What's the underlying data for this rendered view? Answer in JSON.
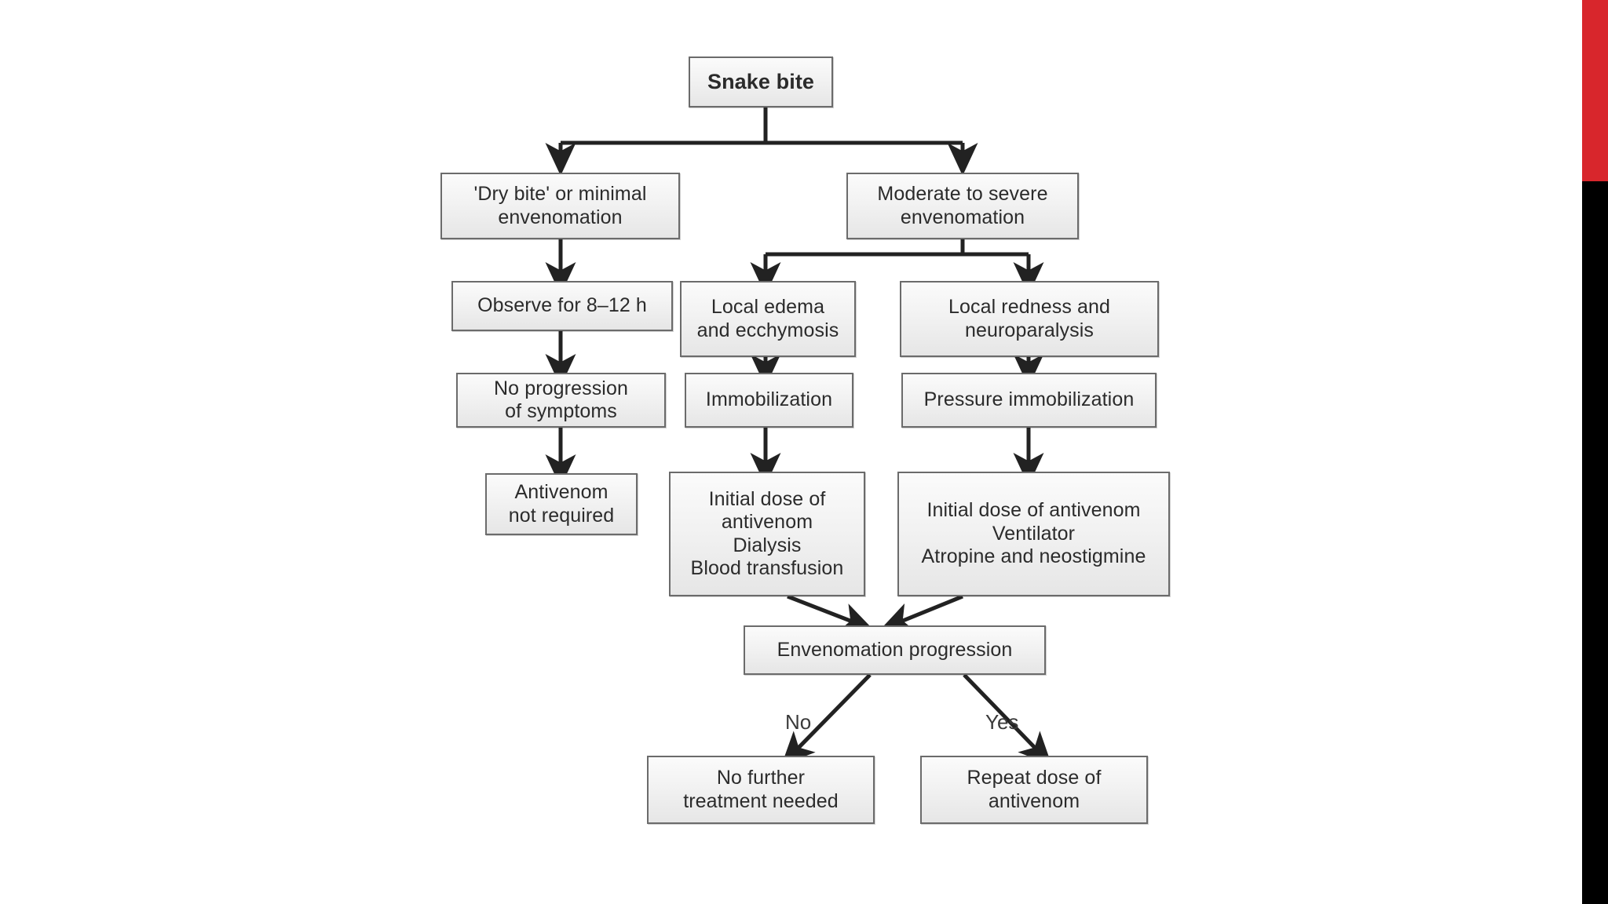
{
  "figure": {
    "type": "flowchart",
    "title": "Snake bite management algorithm",
    "accent_colors": {
      "edge_strip_red": "#d8262c",
      "edge_strip_black": "#000000",
      "node_border": "#6b6b6b",
      "node_fill": "#f0f0f0",
      "connector": "#222222",
      "text": "#2b2b2b"
    }
  },
  "nodes": {
    "snake_bite": {
      "lines": [
        "Snake bite"
      ]
    },
    "dry_bite": {
      "lines": [
        "'Dry bite' or minimal",
        "envenomation"
      ]
    },
    "moderate_severe": {
      "lines": [
        "Moderate to severe",
        "envenomation"
      ]
    },
    "observe": {
      "lines": [
        "Observe for 8–12 h"
      ]
    },
    "local_edema": {
      "lines": [
        "Local edema",
        "and ecchymosis"
      ]
    },
    "local_redness": {
      "lines": [
        "Local redness and",
        "neuroparalysis"
      ]
    },
    "no_progression": {
      "lines": [
        "No progression",
        "of symptoms"
      ]
    },
    "immobilization": {
      "lines": [
        "Immobilization"
      ]
    },
    "pressure_immobilization": {
      "lines": [
        "Pressure immobilization"
      ]
    },
    "antivenom_not_required": {
      "lines": [
        "Antivenom",
        "not required"
      ]
    },
    "initial_dose_dialysis": {
      "lines": [
        "Initial dose of",
        "antivenom",
        "Dialysis",
        "Blood transfusion"
      ]
    },
    "initial_dose_ventilator": {
      "lines": [
        "Initial dose of antivenom",
        "Ventilator",
        "Atropine and neostigmine"
      ]
    },
    "envenomation_progression": {
      "lines": [
        "Envenomation progression"
      ]
    },
    "no_further_treatment": {
      "lines": [
        "No further",
        "treatment needed"
      ]
    },
    "repeat_dose": {
      "lines": [
        "Repeat dose of",
        "antivenom"
      ]
    }
  },
  "edge_labels": {
    "no": "No",
    "yes": "Yes"
  }
}
